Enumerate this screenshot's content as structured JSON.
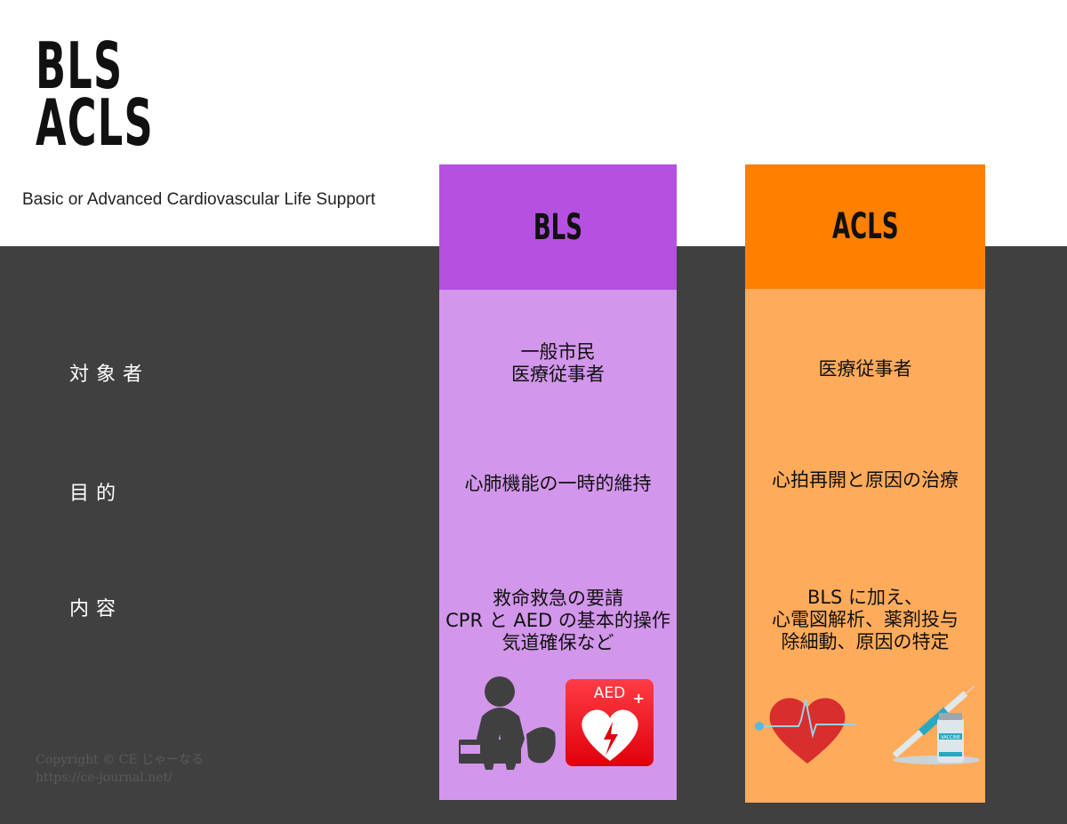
{
  "header": {
    "title_line1": "BLS",
    "title_line2": "ACLS",
    "subtitle": "Basic or Advanced Cardiovascular Life Support"
  },
  "rows": [
    "対象者",
    "目的",
    "内容"
  ],
  "columns": [
    {
      "name": "BLS",
      "header_color": "#b550e0",
      "body_color": "#d296eb",
      "target": [
        "一般市民",
        "医療従事者"
      ],
      "purpose": "心肺機能の一時的維持",
      "content": [
        "救命救急の要請",
        "CPR と AED の基本的操作",
        "気道確保など"
      ],
      "icons": [
        "cpr-icon",
        "aed-icon"
      ],
      "aed_label": "AED"
    },
    {
      "name": "ACLS",
      "header_color": "#ff7f00",
      "body_color": "#ffab5c",
      "target": [
        "医療従事者"
      ],
      "purpose": "心拍再開と原因の治療",
      "content": [
        "BLS に加え、",
        "心電図解析、薬剤投与",
        "除細動、原因の特定"
      ],
      "icons": [
        "heart-ecg-icon",
        "syringe-vaccine-icon"
      ],
      "vaccine_label": "VACCINE"
    }
  ],
  "copyright": {
    "line1": "Copyright © CE じゃーなる",
    "line2": "https://ce-journal.net/"
  }
}
